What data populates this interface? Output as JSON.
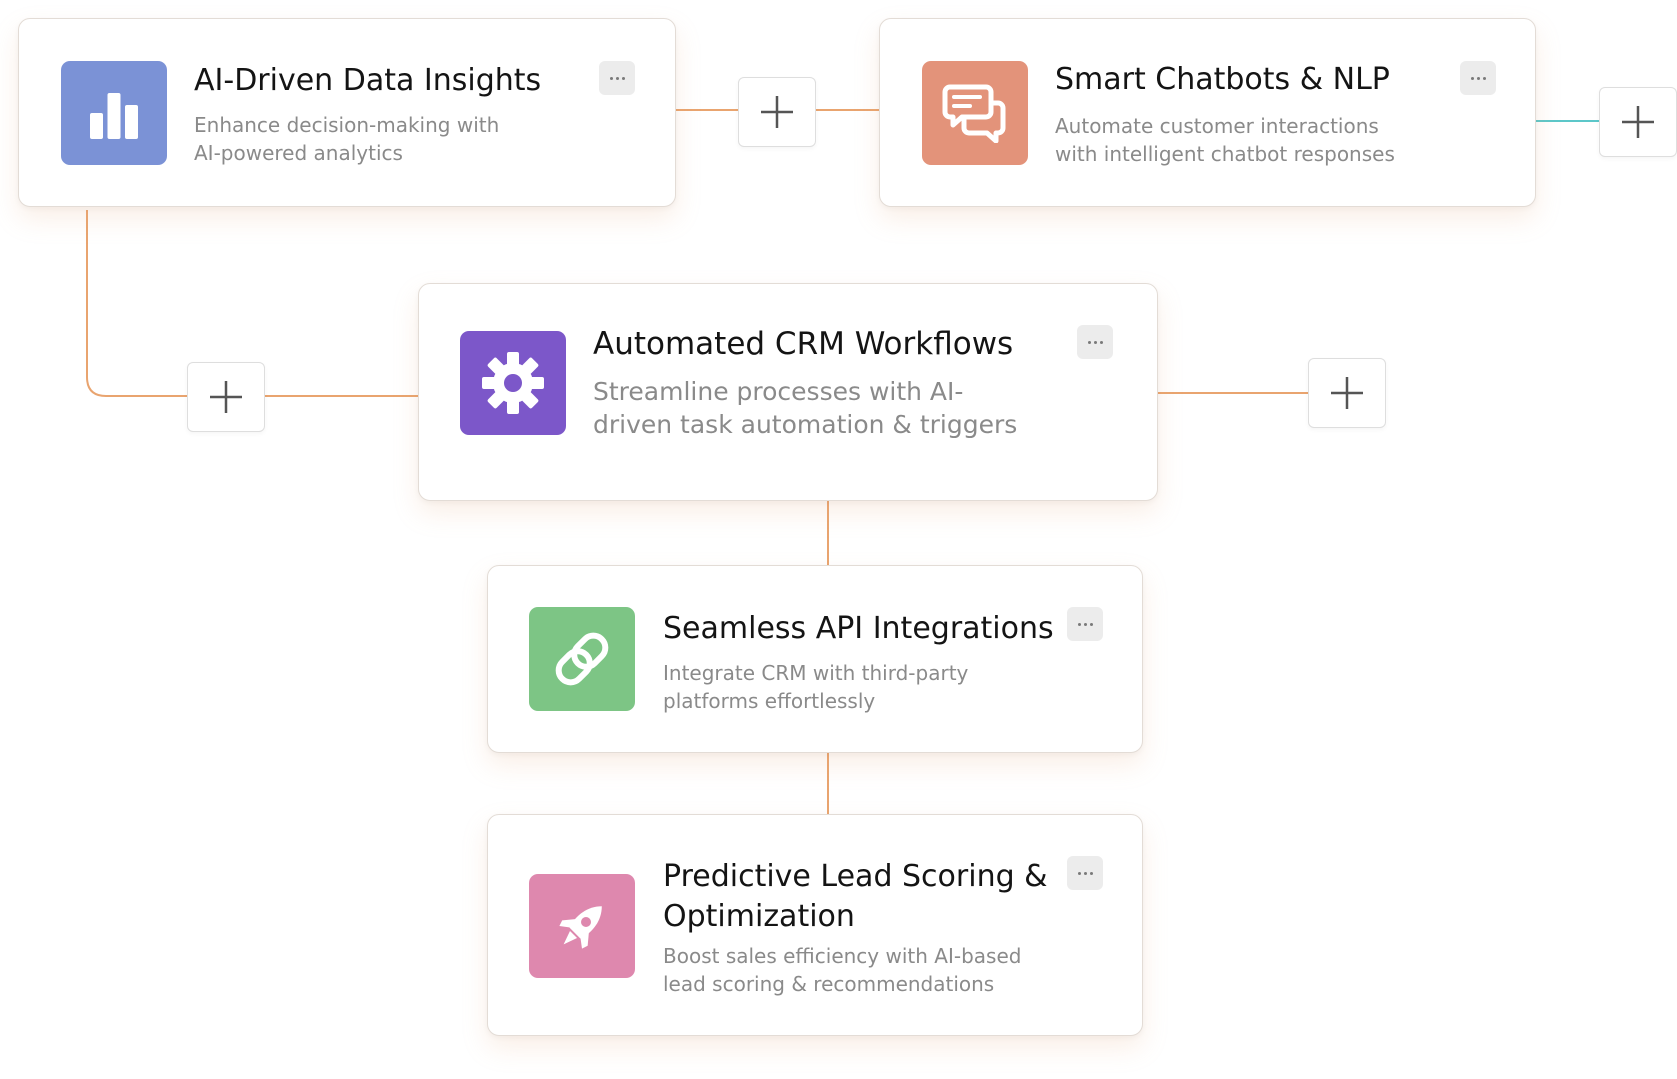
{
  "colors": {
    "connector": "#e9a46f",
    "connector_teal": "#5cc7c9"
  },
  "cards": [
    {
      "id": "ai-insights",
      "title": "AI-Driven Data Insights",
      "description": "Enhance decision-making with AI-powered analytics",
      "icon": "bar-chart-icon",
      "icon_color": "#7b92d6",
      "more_label": "More options"
    },
    {
      "id": "chatbots",
      "title": "Smart Chatbots & NLP",
      "description": "Automate customer interactions with intelligent chatbot responses",
      "icon": "chat-bubbles-icon",
      "icon_color": "#e3937a",
      "more_label": "More options"
    },
    {
      "id": "crm-workflows",
      "title": "Automated CRM Workflows",
      "description": "Streamline processes with AI-driven task automation & triggers",
      "icon": "gear-icon",
      "icon_color": "#7c57c9",
      "more_label": "More options"
    },
    {
      "id": "api-integrations",
      "title": "Seamless API Integrations",
      "description": "Integrate CRM with third-party platforms effortlessly",
      "icon": "link-icon",
      "icon_color": "#7dc585",
      "more_label": "More options"
    },
    {
      "id": "lead-scoring",
      "title": "Predictive Lead Scoring & Optimization",
      "description": "Boost sales efficiency with AI-based lead scoring & recommendations",
      "icon": "rocket-icon",
      "icon_color": "#de88ae",
      "more_label": "More options"
    }
  ],
  "add_buttons": [
    {
      "id": "add-between-insights-chatbots",
      "icon": "plus-icon",
      "label": "Add step"
    },
    {
      "id": "add-after-chatbots",
      "icon": "plus-icon",
      "label": "Add step"
    },
    {
      "id": "add-before-workflows",
      "icon": "plus-icon",
      "label": "Add step"
    },
    {
      "id": "add-after-workflows",
      "icon": "plus-icon",
      "label": "Add step"
    }
  ]
}
